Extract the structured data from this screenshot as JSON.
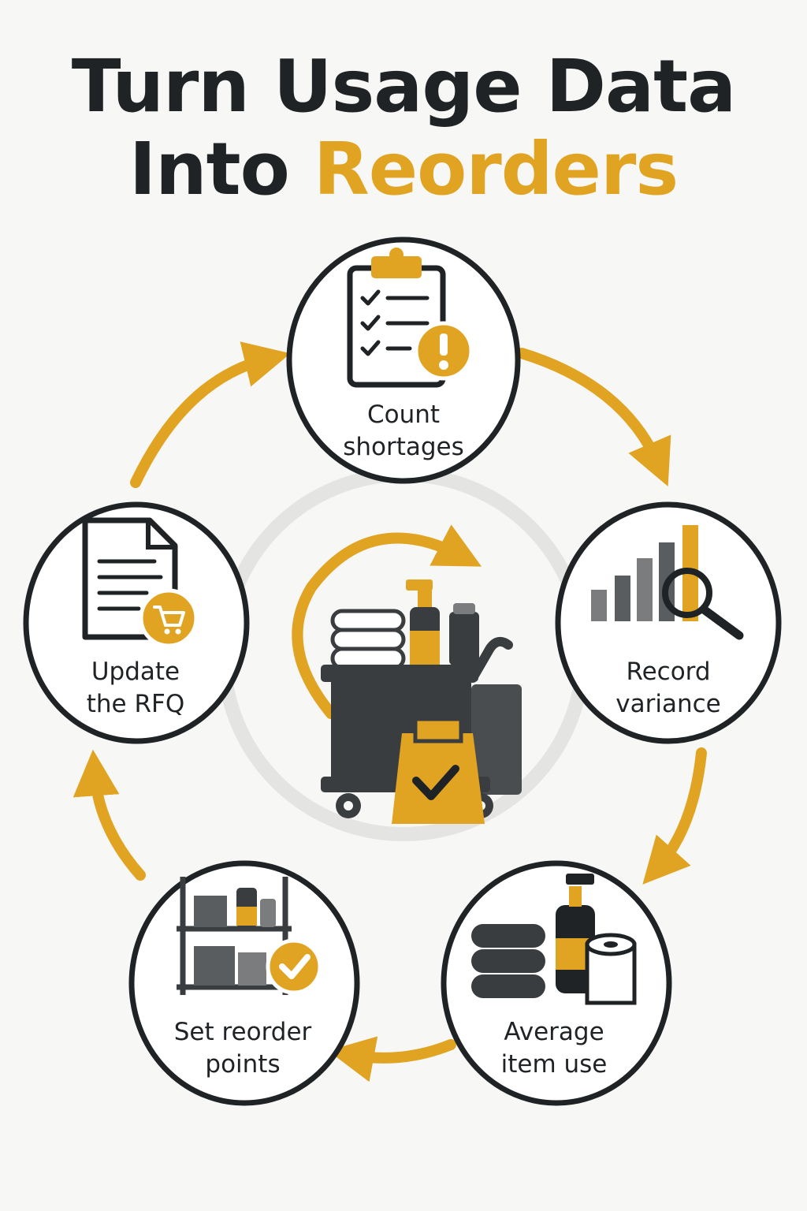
{
  "title": {
    "line1": "Turn Usage Data",
    "line2_prefix": "Into ",
    "line2_accent": "Reorders"
  },
  "steps": [
    {
      "id": "count-shortages",
      "line1": "Count",
      "line2": "shortages",
      "icon": "clipboard-alert-icon"
    },
    {
      "id": "record-variance",
      "line1": "Record",
      "line2": "variance",
      "icon": "bar-chart-magnifier-icon"
    },
    {
      "id": "average-item-use",
      "line1": "Average",
      "line2": "item use",
      "icon": "towels-soap-tissue-icon"
    },
    {
      "id": "set-reorder-points",
      "line1": "Set reorder",
      "line2": "points",
      "icon": "shelf-check-icon"
    },
    {
      "id": "update-the-rfq",
      "line1": "Update",
      "line2": "the RFQ",
      "icon": "document-cart-icon"
    }
  ],
  "center_icon": "cleaning-cart-icon",
  "colors": {
    "accent": "#e0a422",
    "dark": "#1f2326",
    "charcoal": "#3a3d40",
    "gray": "#7a7c7e",
    "ring": "#e4e4e2",
    "background": "#f7f7f5"
  }
}
